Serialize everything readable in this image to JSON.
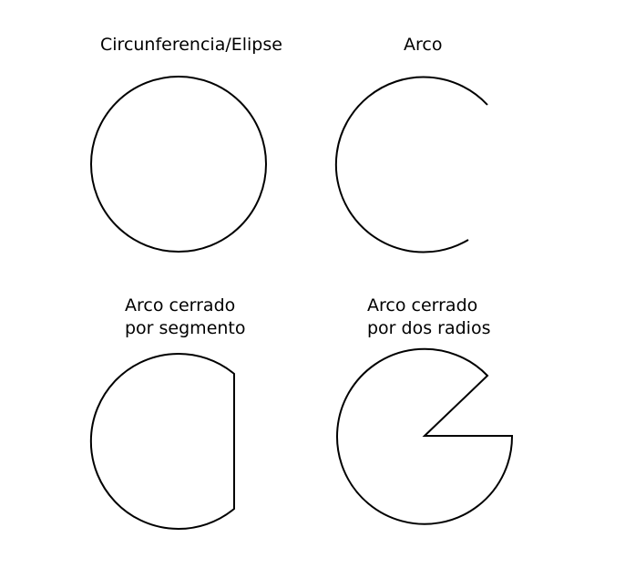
{
  "labels": {
    "circle": "Circunferencia/Elipse",
    "arc": "Arco",
    "chord": {
      "line1": "Arco cerrado",
      "line2": "por segmento"
    },
    "pie": {
      "line1": "Arco cerrado",
      "line2": "por dos radios"
    }
  },
  "colors": {
    "stroke": "#000000",
    "background": "#ffffff"
  }
}
